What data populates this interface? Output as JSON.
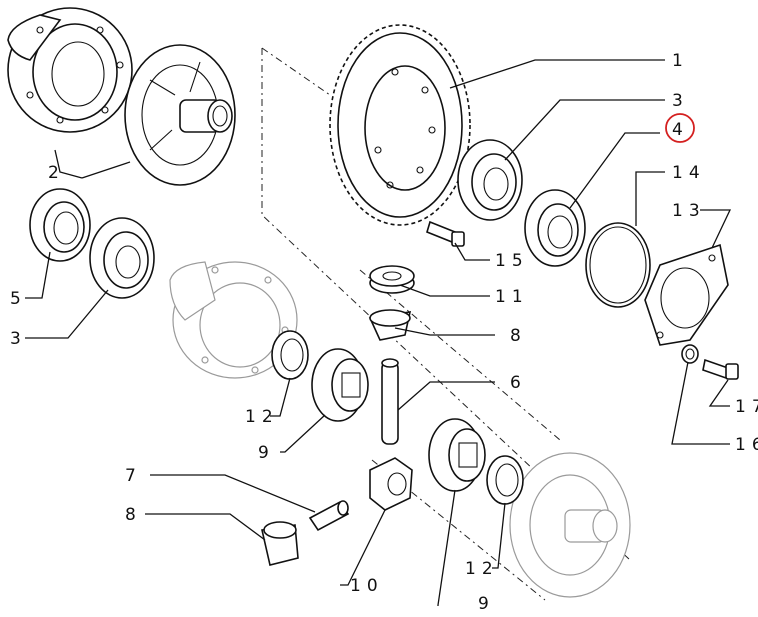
{
  "diagram": {
    "callouts": [
      {
        "id": "c1",
        "text": "1"
      },
      {
        "id": "c3a",
        "text": "3"
      },
      {
        "id": "c4",
        "text": "4",
        "highlighted": true
      },
      {
        "id": "c14",
        "text": "14"
      },
      {
        "id": "c13",
        "text": "13"
      },
      {
        "id": "c2",
        "text": "2"
      },
      {
        "id": "c5",
        "text": "5"
      },
      {
        "id": "c3b",
        "text": "3"
      },
      {
        "id": "c15",
        "text": "15"
      },
      {
        "id": "c11",
        "text": "11"
      },
      {
        "id": "c8a",
        "text": "8"
      },
      {
        "id": "c6",
        "text": "6"
      },
      {
        "id": "c12a",
        "text": "12"
      },
      {
        "id": "c9a",
        "text": "9"
      },
      {
        "id": "c17",
        "text": "17"
      },
      {
        "id": "c16",
        "text": "16"
      },
      {
        "id": "c7",
        "text": "7"
      },
      {
        "id": "c8b",
        "text": "8"
      },
      {
        "id": "c10",
        "text": "10"
      },
      {
        "id": "c12b",
        "text": "12"
      },
      {
        "id": "c9b",
        "text": "9"
      }
    ],
    "highlight_color": "#d42020"
  }
}
